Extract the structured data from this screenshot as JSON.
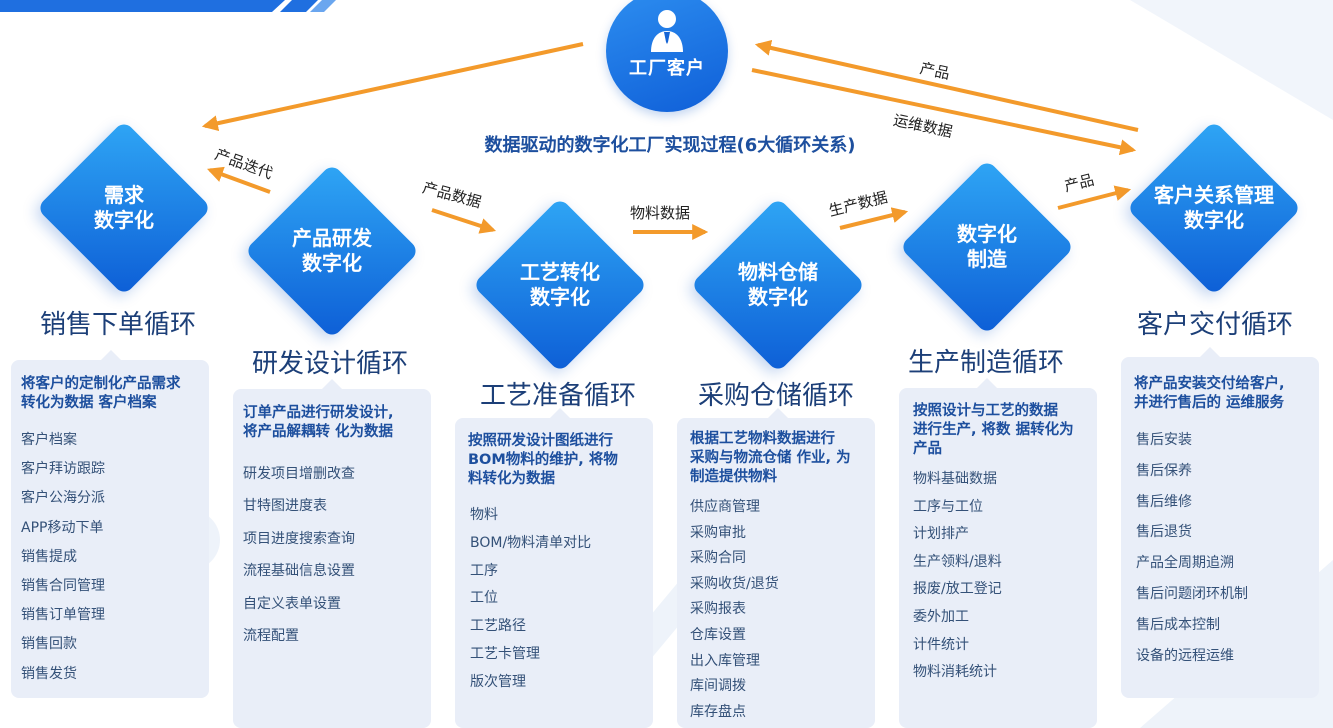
{
  "customer": {
    "label": "工厂客户",
    "icon": "person-icon"
  },
  "headline": "数据驱动的数字化工厂实现过程(6大循环关系)",
  "arrow_labels": {
    "product_top": "产品",
    "ops_data": "运维数据",
    "product_iteration": "产品迭代",
    "product_data": "产品数据",
    "material_data": "物料数据",
    "production_data": "生产数据",
    "product": "产品"
  },
  "colors": {
    "primary": "#0d5ed6",
    "light": "#2fa6f5",
    "arrow": "#f39a2b",
    "panel": "#e9eef8",
    "title": "#1d4f9e",
    "text": "#345178"
  },
  "stages": [
    {
      "title": [
        "需求",
        "数字化"
      ],
      "loop": "销售下单循环",
      "panel_title": [
        "将客户的定制化产品需求",
        "转化为数据 客户档案"
      ],
      "items": [
        "客户档案",
        "客户拜访跟踪",
        "客户公海分派",
        "APP移动下单",
        "销售提成",
        "销售合同管理",
        "销售订单管理",
        "销售回款",
        "销售发货"
      ]
    },
    {
      "title": [
        "产品研发",
        "数字化"
      ],
      "loop": "研发设计循环",
      "panel_title": [
        "订单产品进行研发设计,",
        "将产品解耦转 化为数据"
      ],
      "items": [
        "研发项目增删改查",
        "甘特图进度表",
        "项目进度搜索查询",
        "流程基础信息设置",
        "自定义表单设置",
        "流程配置"
      ]
    },
    {
      "title": [
        "工艺转化",
        "数字化"
      ],
      "loop": "工艺准备循环",
      "panel_title": [
        "按照研发设计图纸进行",
        "BOM物料的维护, 将物",
        "料转化为数据"
      ],
      "items": [
        "物料",
        "BOM/物料清单对比",
        "工序",
        "工位",
        "工艺路径",
        "工艺卡管理",
        "版次管理"
      ]
    },
    {
      "title": [
        "物料仓储",
        "数字化"
      ],
      "loop": "采购仓储循环",
      "panel_title": [
        "根据工艺物料数据进行",
        "采购与物流仓储 作业, 为",
        "制造提供物料"
      ],
      "items": [
        "供应商管理",
        "采购审批",
        "采购合同",
        "采购收货/退货",
        "采购报表",
        "仓库设置",
        "出入库管理",
        "库间调拨",
        "库存盘点"
      ]
    },
    {
      "title": [
        "数字化",
        "制造"
      ],
      "loop": "生产制造循环",
      "panel_title": [
        "按照设计与工艺的数据",
        "进行生产, 将数 据转化为",
        "产品"
      ],
      "items": [
        "物料基础数据",
        "工序与工位",
        "计划排产",
        "生产领料/退料",
        "报废/放工登记",
        "委外加工",
        "计件统计",
        "物料消耗统计"
      ]
    },
    {
      "title": [
        "客户关系管理",
        "数字化"
      ],
      "loop": "客户交付循环",
      "panel_title": [
        "将产品安装交付给客户,",
        "并进行售后的 运维服务"
      ],
      "items": [
        "售后安装",
        "售后保养",
        "售后维修",
        "售后退货",
        "产品全周期追溯",
        "售后问题闭环机制",
        "售后成本控制",
        "设备的远程运维"
      ]
    }
  ]
}
